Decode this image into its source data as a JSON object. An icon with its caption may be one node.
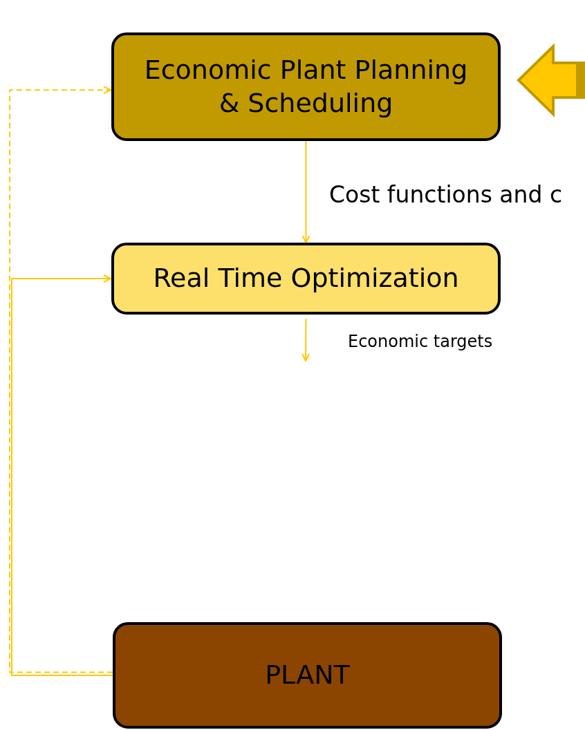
{
  "diagram": {
    "nodes": [
      {
        "text": [
          "Economic Plant Planning & Scheduling"
        ]
      },
      {
        "text": [
          "Real Time Optimization"
        ]
      },
      {
        "text": [
          "PLANT"
        ]
      }
    ],
    "edges": [
      {
        "from": null,
        "to": 0,
        "arrow": "to",
        "style": "thick"
      },
      {
        "from": 0,
        "to": 1,
        "arrow": "to",
        "label": "Cost functions and c"
      },
      {
        "from": 1,
        "to": null,
        "arrow": "to",
        "label": "Economic targets"
      },
      {
        "from": 2,
        "to": 1,
        "arrow": "to"
      },
      {
        "from": 2,
        "to": 0,
        "arrow": "to",
        "style": "dashed"
      }
    ]
  }
}
